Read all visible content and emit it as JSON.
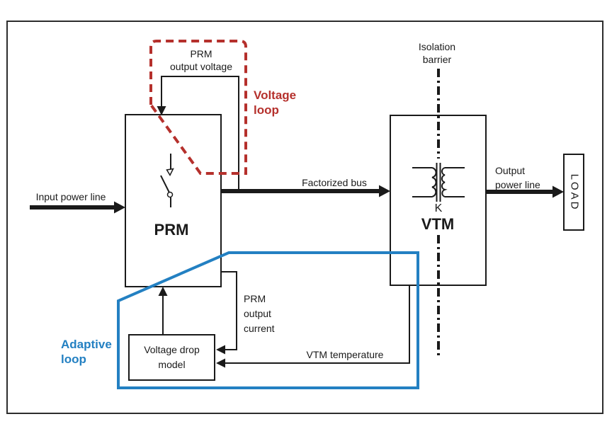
{
  "colors": {
    "line_black": "#1a1a1a",
    "loop_red": "#b5302c",
    "loop_blue": "#2380c2"
  },
  "blocks": {
    "prm": {
      "label": "PRM"
    },
    "vtm": {
      "label": "VTM",
      "ratio": "K"
    },
    "load": {
      "label": "LOAD"
    },
    "voltage_drop_model": {
      "label": "Voltage drop\nmodel"
    }
  },
  "signals": {
    "input_power_line": "Input power line",
    "factorized_bus": "Factorized bus",
    "output_power_line": "Output\npower line",
    "prm_output_voltage": "PRM\noutput voltage",
    "prm_output_current": "PRM\noutput\ncurrent",
    "vtm_temperature": "VTM temperature"
  },
  "annotations": {
    "voltage_loop": "Voltage\nloop",
    "adaptive_loop": "Adaptive\nloop",
    "isolation_barrier": "Isolation\nbarrier"
  }
}
